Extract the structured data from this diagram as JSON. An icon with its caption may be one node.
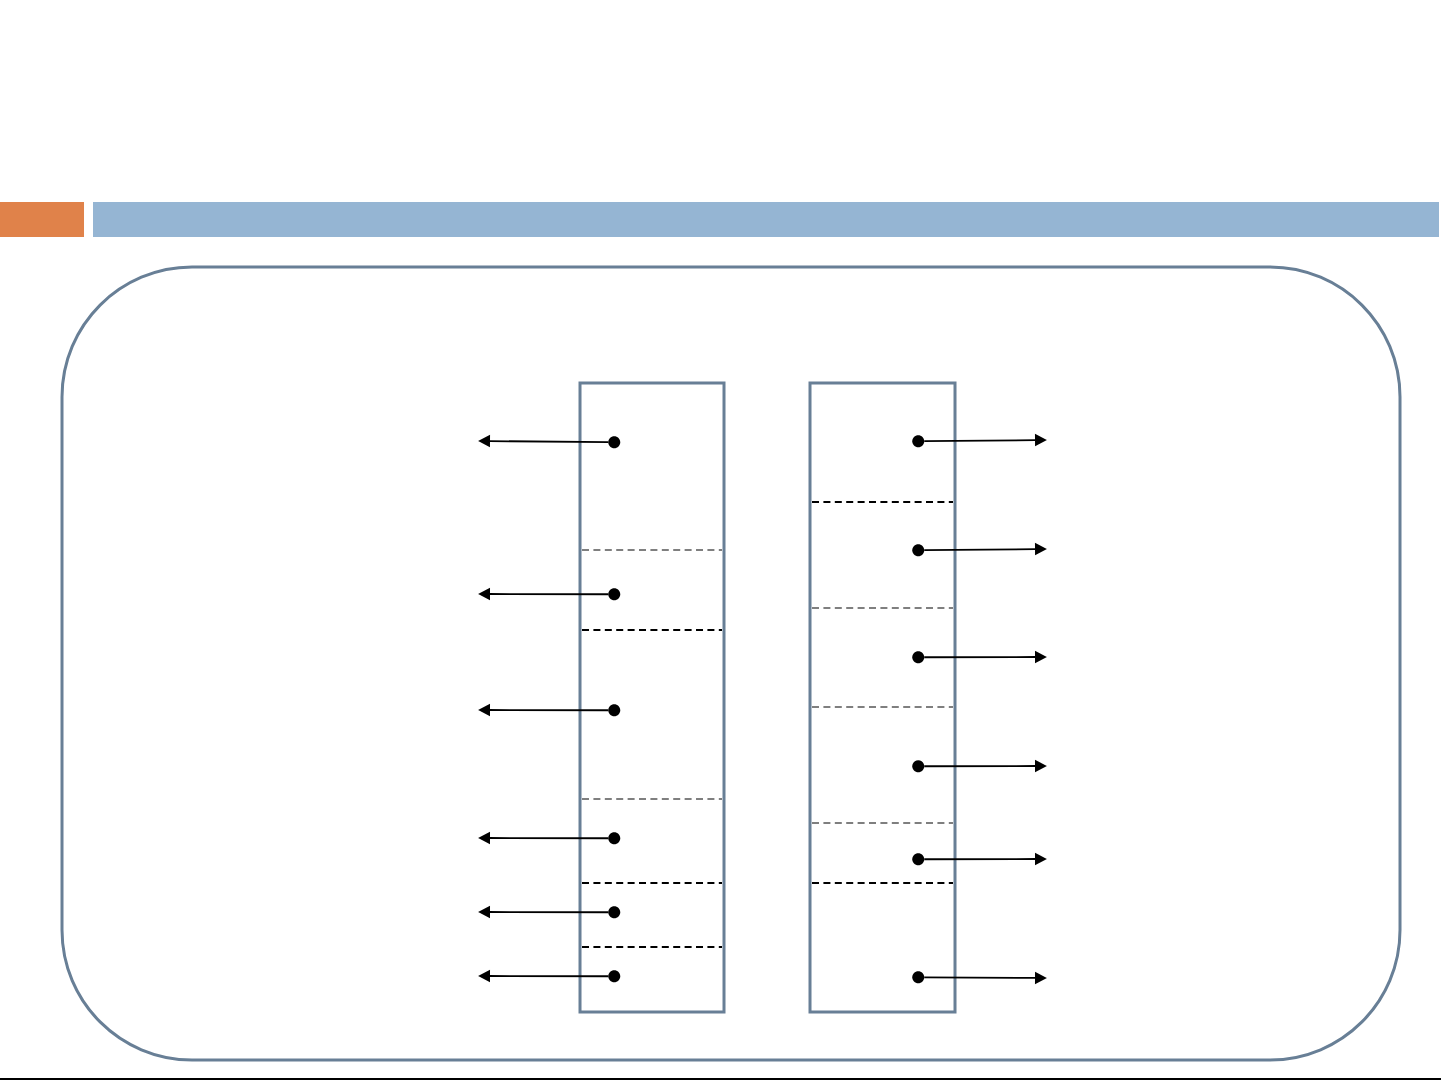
{
  "diagram": {
    "nodes": [
      {
        "text": [],
        "shape": "box"
      },
      {
        "text": [],
        "shape": "box",
        "in": 0
      },
      {
        "text": [],
        "shape": "box",
        "in": 0
      },
      {
        "text": [],
        "shape": "circle",
        "in": 1
      },
      {
        "text": [],
        "shape": "circle",
        "in": 1
      },
      {
        "text": [],
        "shape": "circle",
        "in": 1
      },
      {
        "text": [],
        "shape": "circle",
        "in": 1
      },
      {
        "text": [],
        "shape": "circle",
        "in": 1
      },
      {
        "text": [],
        "shape": "circle",
        "in": 1
      },
      {
        "text": [],
        "shape": "circle",
        "in": 2
      },
      {
        "text": [],
        "shape": "circle",
        "in": 2
      },
      {
        "text": [],
        "shape": "circle",
        "in": 2
      },
      {
        "text": [],
        "shape": "circle",
        "in": 2
      },
      {
        "text": [],
        "shape": "circle",
        "in": 2
      },
      {
        "text": [],
        "shape": "circle",
        "in": 2
      }
    ],
    "edges": [
      {
        "from": 3,
        "to": null,
        "arrow": "to"
      },
      {
        "from": 4,
        "to": null,
        "arrow": "to"
      },
      {
        "from": 5,
        "to": null,
        "arrow": "to"
      },
      {
        "from": 6,
        "to": null,
        "arrow": "to"
      },
      {
        "from": 7,
        "to": null,
        "arrow": "to"
      },
      {
        "from": 8,
        "to": null,
        "arrow": "to"
      },
      {
        "from": 9,
        "to": null,
        "arrow": "to"
      },
      {
        "from": 10,
        "to": null,
        "arrow": "to"
      },
      {
        "from": 11,
        "to": null,
        "arrow": "to"
      },
      {
        "from": 12,
        "to": null,
        "arrow": "to"
      },
      {
        "from": 13,
        "to": null,
        "arrow": "to"
      },
      {
        "from": 14,
        "to": null,
        "arrow": "to"
      }
    ]
  }
}
